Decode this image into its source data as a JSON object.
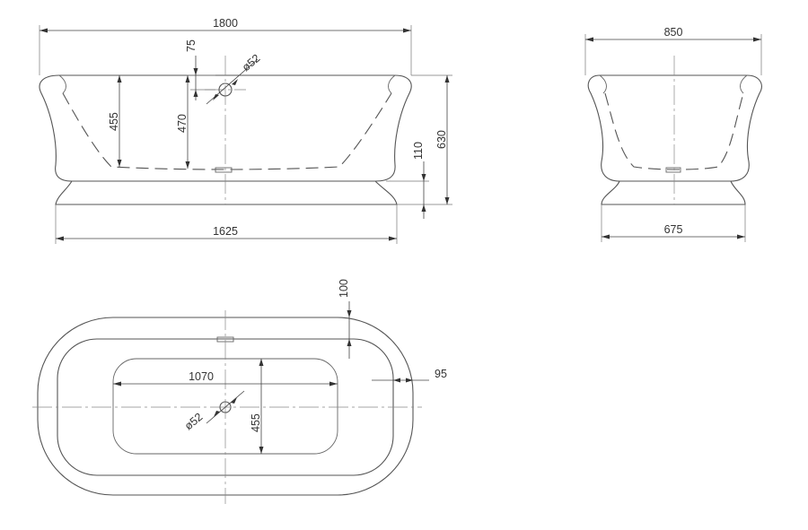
{
  "dimensions": {
    "overall_length": "1800",
    "base_length": "1625",
    "rim_to_waste": "75",
    "waste_diameter_side": "ø52",
    "inner_depth": "455",
    "waste_height": "470",
    "plinth_height": "110",
    "overall_height": "630",
    "end_width": "850",
    "end_base_width": "675",
    "rim_width": "100",
    "rim_offset": "95",
    "floor_length": "1070",
    "waste_diameter_plan": "ø52",
    "floor_width": "455"
  },
  "colors": {
    "line": "#555555",
    "text": "#333333"
  }
}
